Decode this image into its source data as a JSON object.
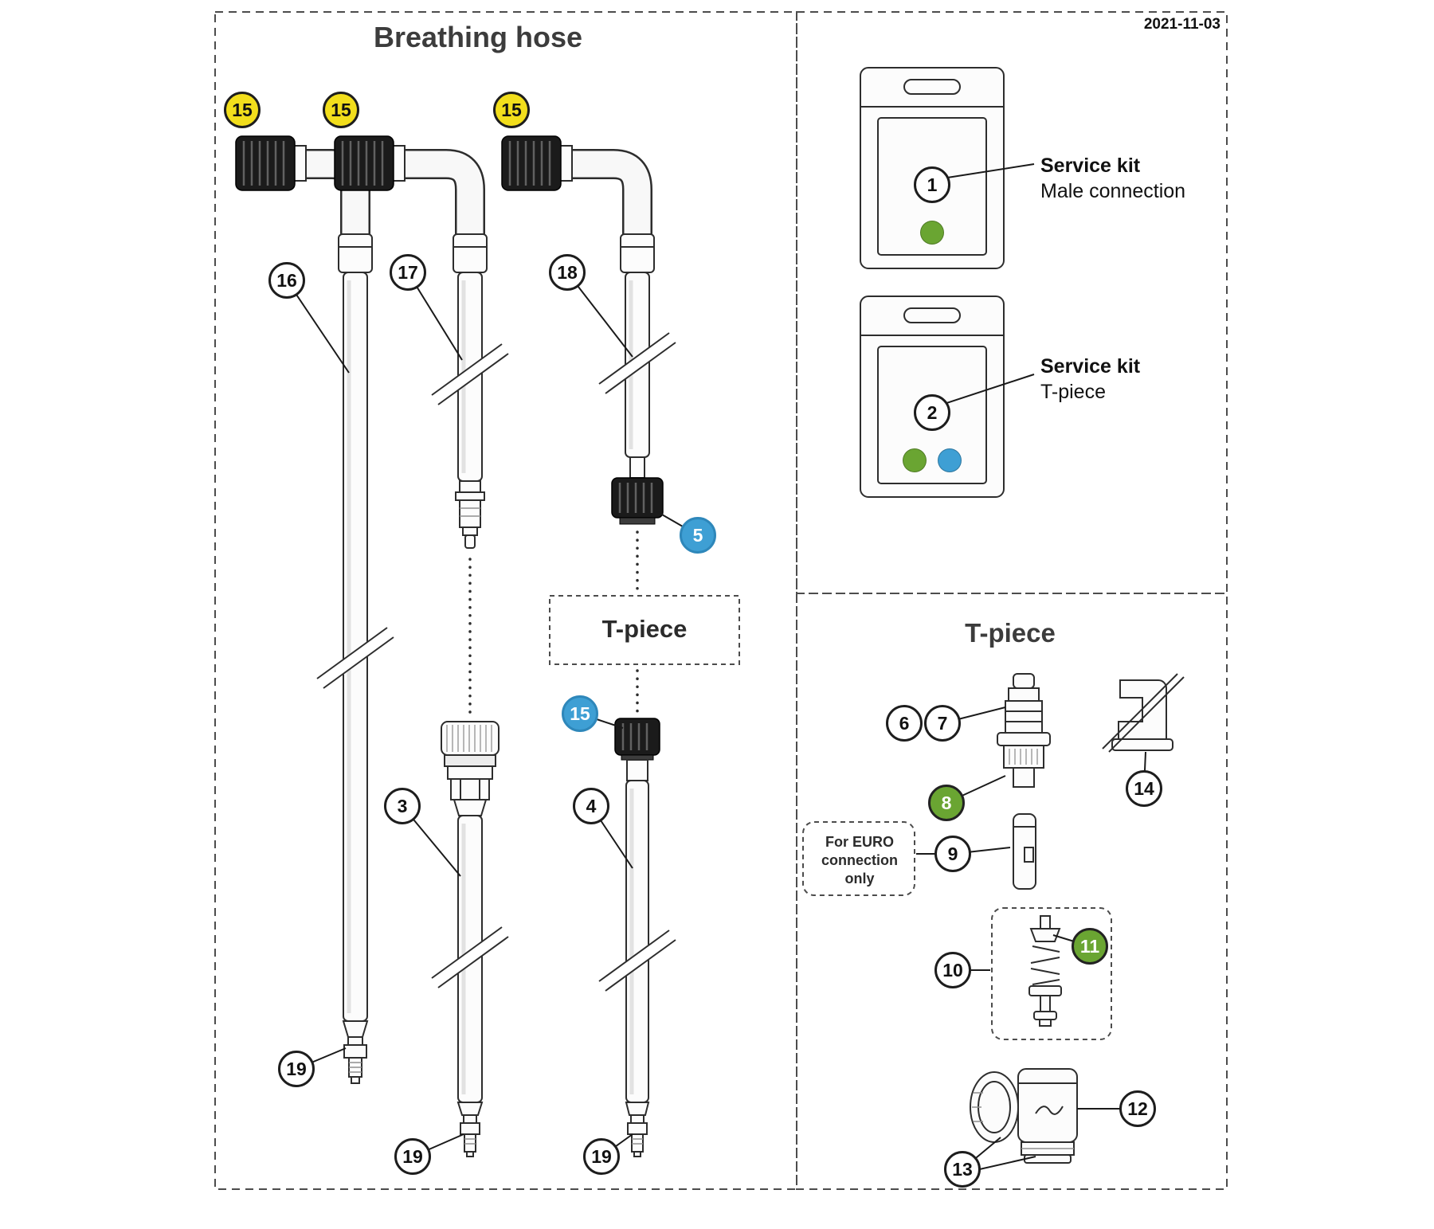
{
  "meta": {
    "date": "2021-11-03"
  },
  "colors": {
    "yellow": "#F2DE1C",
    "blue": "#3E9FD4",
    "green": "#6AA532"
  },
  "panels": {
    "breathing_hose": {
      "title": "Breathing hose",
      "tpiece_box_label": "T-piece"
    },
    "service_kits": {
      "kit1": {
        "number": "1",
        "title": "Service kit",
        "subtitle": "Male connection",
        "dot_colors": [
          "green"
        ]
      },
      "kit2": {
        "number": "2",
        "title": "Service kit",
        "subtitle": "T-piece",
        "dot_colors": [
          "green",
          "blue"
        ]
      }
    },
    "tpiece": {
      "title": "T-piece",
      "euro_note": [
        "For EURO",
        "connection",
        "only"
      ]
    }
  },
  "callouts": [
    {
      "label": "15",
      "color": "yellow"
    },
    {
      "label": "15",
      "color": "yellow"
    },
    {
      "label": "15",
      "color": "yellow"
    },
    {
      "label": "16",
      "color": "white"
    },
    {
      "label": "17",
      "color": "white"
    },
    {
      "label": "18",
      "color": "white"
    },
    {
      "label": "19",
      "color": "white"
    },
    {
      "label": "3",
      "color": "white"
    },
    {
      "label": "19",
      "color": "white"
    },
    {
      "label": "5",
      "color": "blue"
    },
    {
      "label": "15",
      "color": "blue"
    },
    {
      "label": "4",
      "color": "white"
    },
    {
      "label": "19",
      "color": "white"
    },
    {
      "label": "6",
      "color": "white"
    },
    {
      "label": "7",
      "color": "white"
    },
    {
      "label": "14",
      "color": "white"
    },
    {
      "label": "8",
      "color": "green"
    },
    {
      "label": "9",
      "color": "white"
    },
    {
      "label": "10",
      "color": "white"
    },
    {
      "label": "11",
      "color": "green"
    },
    {
      "label": "12",
      "color": "white"
    },
    {
      "label": "13",
      "color": "white"
    }
  ]
}
